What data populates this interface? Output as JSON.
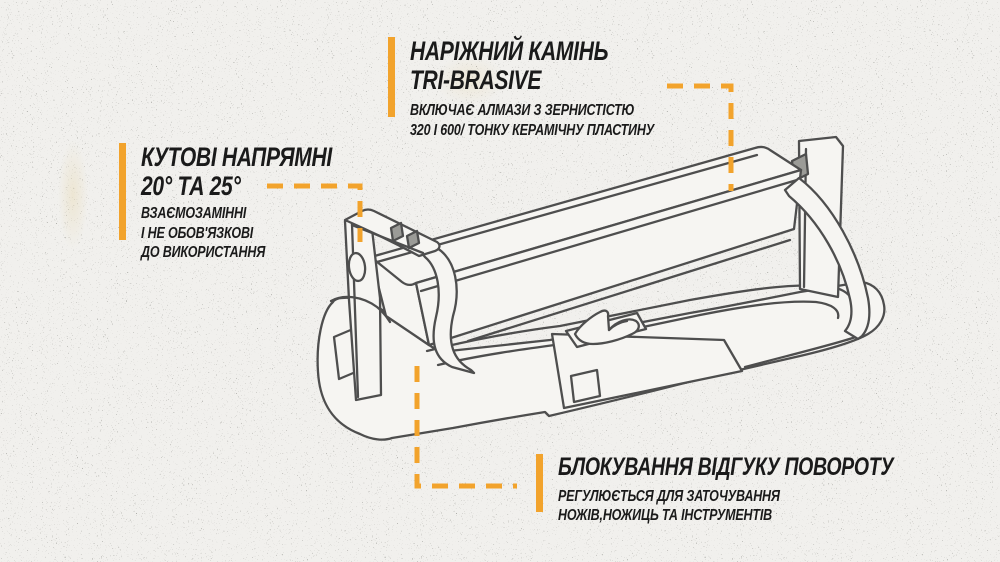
{
  "style": {
    "background": "#f1f0ed",
    "accent_orange": "#F2A32C",
    "text_color": "#1A1A1A",
    "line_art_color": "#4E4E4E"
  },
  "illustration": {
    "label": "knife-sharpener-line-drawing"
  },
  "annotations": {
    "corner_stone": {
      "title_line1": "НАРІЖНИЙ КАМІНЬ",
      "title_line2": "TRI-BRASIVE",
      "desc_line1": "ВКЛЮЧАЄ АЛМАЗИ З ЗЕРНИСТІСТЮ",
      "desc_line2": "320 І 600/ ТОНКУ КЕРАМІЧНУ ПЛАСТИНУ"
    },
    "angle_guides": {
      "title_line1": "КУТОВІ НАПРЯМНІ",
      "title_line2": "20° ТА 25°",
      "desc_line1": "ВЗАЄМОЗАМІННІ",
      "desc_line2": "І НЕ ОБОВ'ЯЗКОВІ",
      "desc_line3": "ДО ВИКОРИСТАННЯ"
    },
    "swivel_lock": {
      "title_line1": "БЛОКУВАННЯ ВІДГУКУ ПОВОРОТУ",
      "desc_line1": "РЕГУЛЮЄТЬСЯ ДЛЯ ЗАТОЧУВАННЯ",
      "desc_line2": "НОЖІВ,НОЖИЦЬ ТА ІНСТРУМЕНТІВ"
    }
  }
}
